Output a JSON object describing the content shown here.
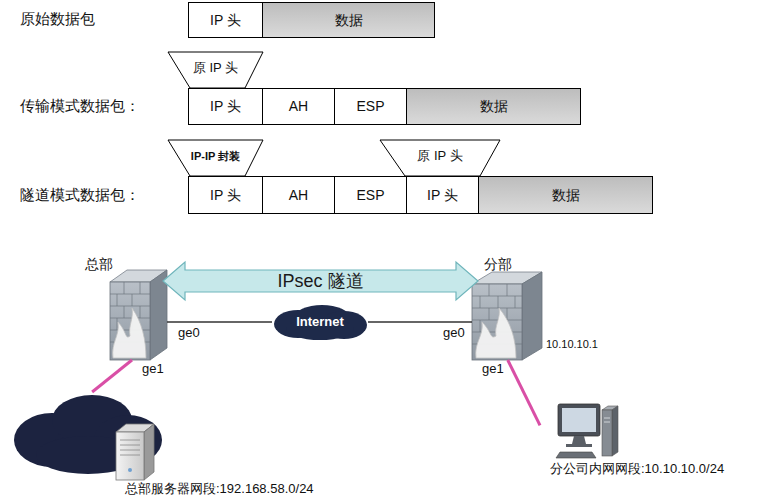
{
  "diagram": {
    "nodes": [
      {
        "text": [
          "IP 头"
        ]
      },
      {
        "text": [
          "数据"
        ]
      },
      {
        "text": [
          "原 IP 头"
        ]
      },
      {
        "text": [
          "IP 头"
        ]
      },
      {
        "text": [
          "AH"
        ]
      },
      {
        "text": [
          "ESP"
        ]
      },
      {
        "text": [
          "数据"
        ]
      },
      {
        "text": [
          "IP-IP 封装"
        ]
      },
      {
        "text": [
          "原 IP 头"
        ]
      },
      {
        "text": [
          "IP 头"
        ]
      },
      {
        "text": [
          "AH"
        ]
      },
      {
        "text": [
          "ESP"
        ]
      },
      {
        "text": [
          "IP 头"
        ]
      },
      {
        "text": [
          "数据"
        ]
      },
      {
        "text": [
          "总部"
        ]
      },
      {
        "text": [
          "IPsec 隧道"
        ]
      },
      {
        "text": [
          "分部"
        ]
      },
      {
        "text": [
          "Internet"
        ]
      },
      {
        "text": [
          "总部服务器网段:192.168.58.0/24"
        ]
      },
      {
        "text": [
          "分公司内网网段:10.10.10.0/24"
        ]
      }
    ],
    "edges": [
      {
        "from": 14,
        "to": 17,
        "arrow": "none"
      },
      {
        "from": 17,
        "to": 16,
        "arrow": "none"
      },
      {
        "from": 14,
        "to": 18,
        "arrow": "none"
      },
      {
        "from": 16,
        "to": 19,
        "arrow": "none"
      }
    ],
    "labels": [
      "原始数据包",
      "传输模式数据包：",
      "隧道模式数据包：",
      "ge0",
      "ge0",
      "10.10.10.1",
      "ge1",
      "ge1"
    ]
  }
}
